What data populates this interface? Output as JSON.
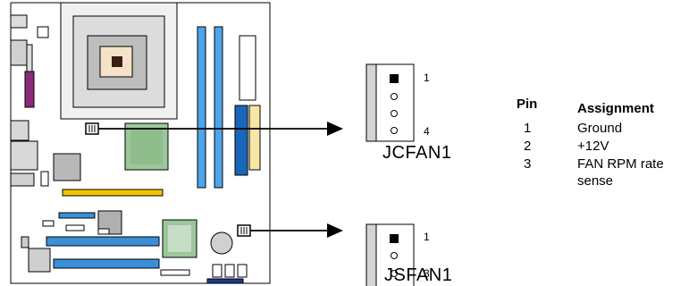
{
  "connectors": [
    {
      "label": "JCFAN1",
      "pin_first": "1",
      "pin_last": "4"
    },
    {
      "label": "JSFAN1",
      "pin_first": "1",
      "pin_last": "3"
    }
  ],
  "pin_table": {
    "header_pin": "Pin",
    "header_assignment": "Assignment",
    "rows": [
      {
        "pin": "1",
        "assignment": "Ground"
      },
      {
        "pin": "2",
        "assignment": "+12V"
      },
      {
        "pin": "3",
        "assignment": "FAN RPM rate",
        "assignment_cont": "sense"
      }
    ]
  },
  "colors": {
    "pci_slot": "#3a8fd9",
    "pcie_slot": "#f2c400",
    "memory_slot": "#4ea5e8",
    "ide_connector": "#1a66b8",
    "heatsink": "#9cc79a",
    "ports": "#8a2a7a"
  }
}
